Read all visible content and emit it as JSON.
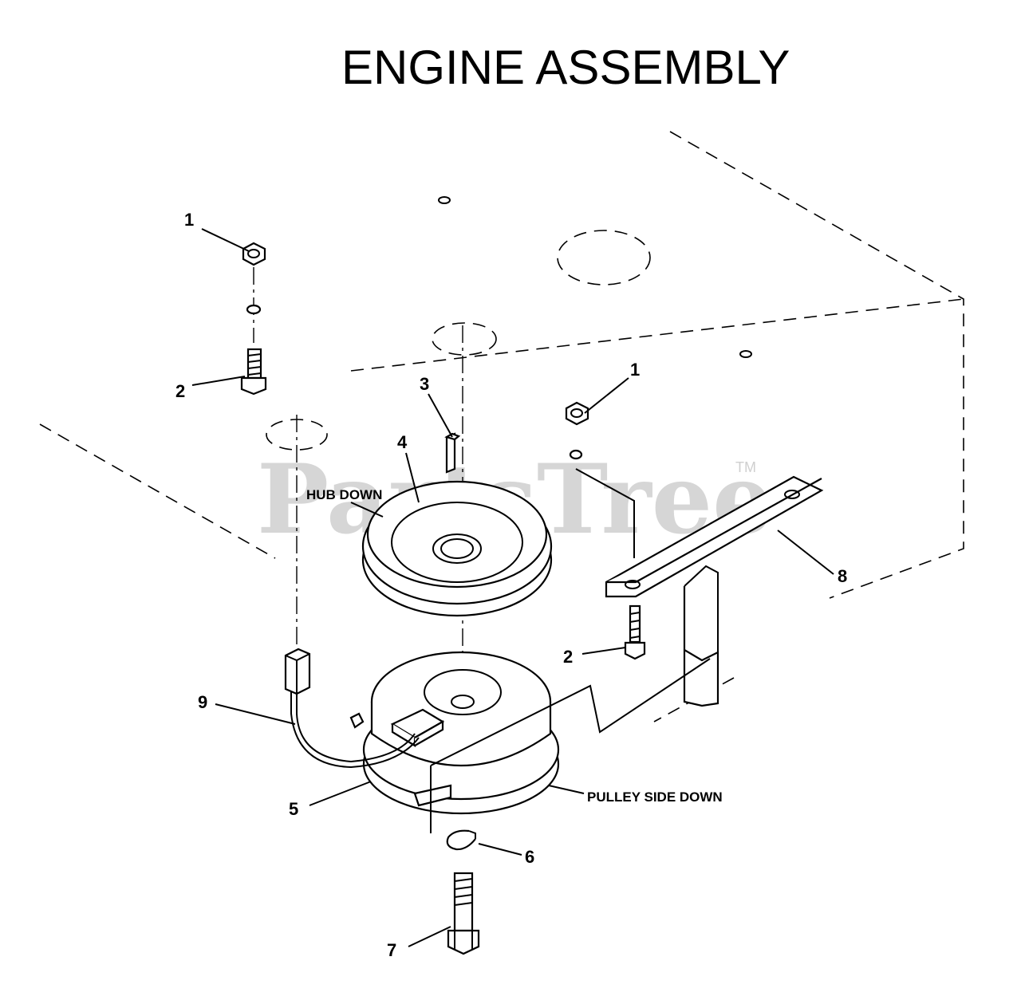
{
  "title": "ENGINE ASSEMBLY",
  "watermark": {
    "text": "PartsTree",
    "tm": "TM"
  },
  "callouts": {
    "c1a": "1",
    "c1b": "1",
    "c2a": "2",
    "c2b": "2",
    "c3": "3",
    "c4": "4",
    "c5": "5",
    "c6": "6",
    "c7": "7",
    "c8": "8",
    "c9": "9"
  },
  "notes": {
    "hub_down": "HUB DOWN",
    "pulley_side_down": "PULLEY SIDE DOWN"
  }
}
